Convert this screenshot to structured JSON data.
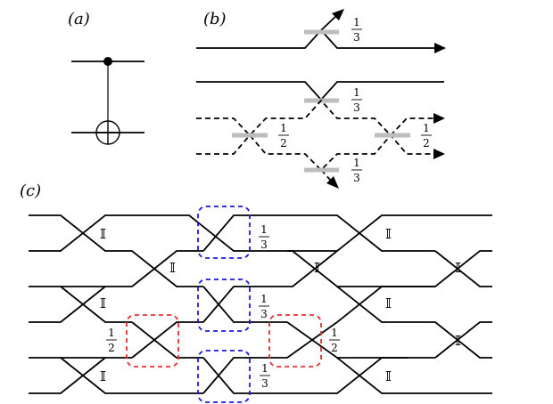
{
  "labels": {
    "a": "(a)",
    "b": "(b)",
    "c": "(c)"
  },
  "fractions": {
    "third": {
      "num": "1",
      "den": "3"
    },
    "half": {
      "num": "1",
      "den": "2"
    }
  },
  "identity_symbol": "𝕀",
  "colors": {
    "wire": "#000000",
    "splitter": "#bdbdbd",
    "box_blue": "#1a1ad6",
    "box_red": "#e23030"
  }
}
